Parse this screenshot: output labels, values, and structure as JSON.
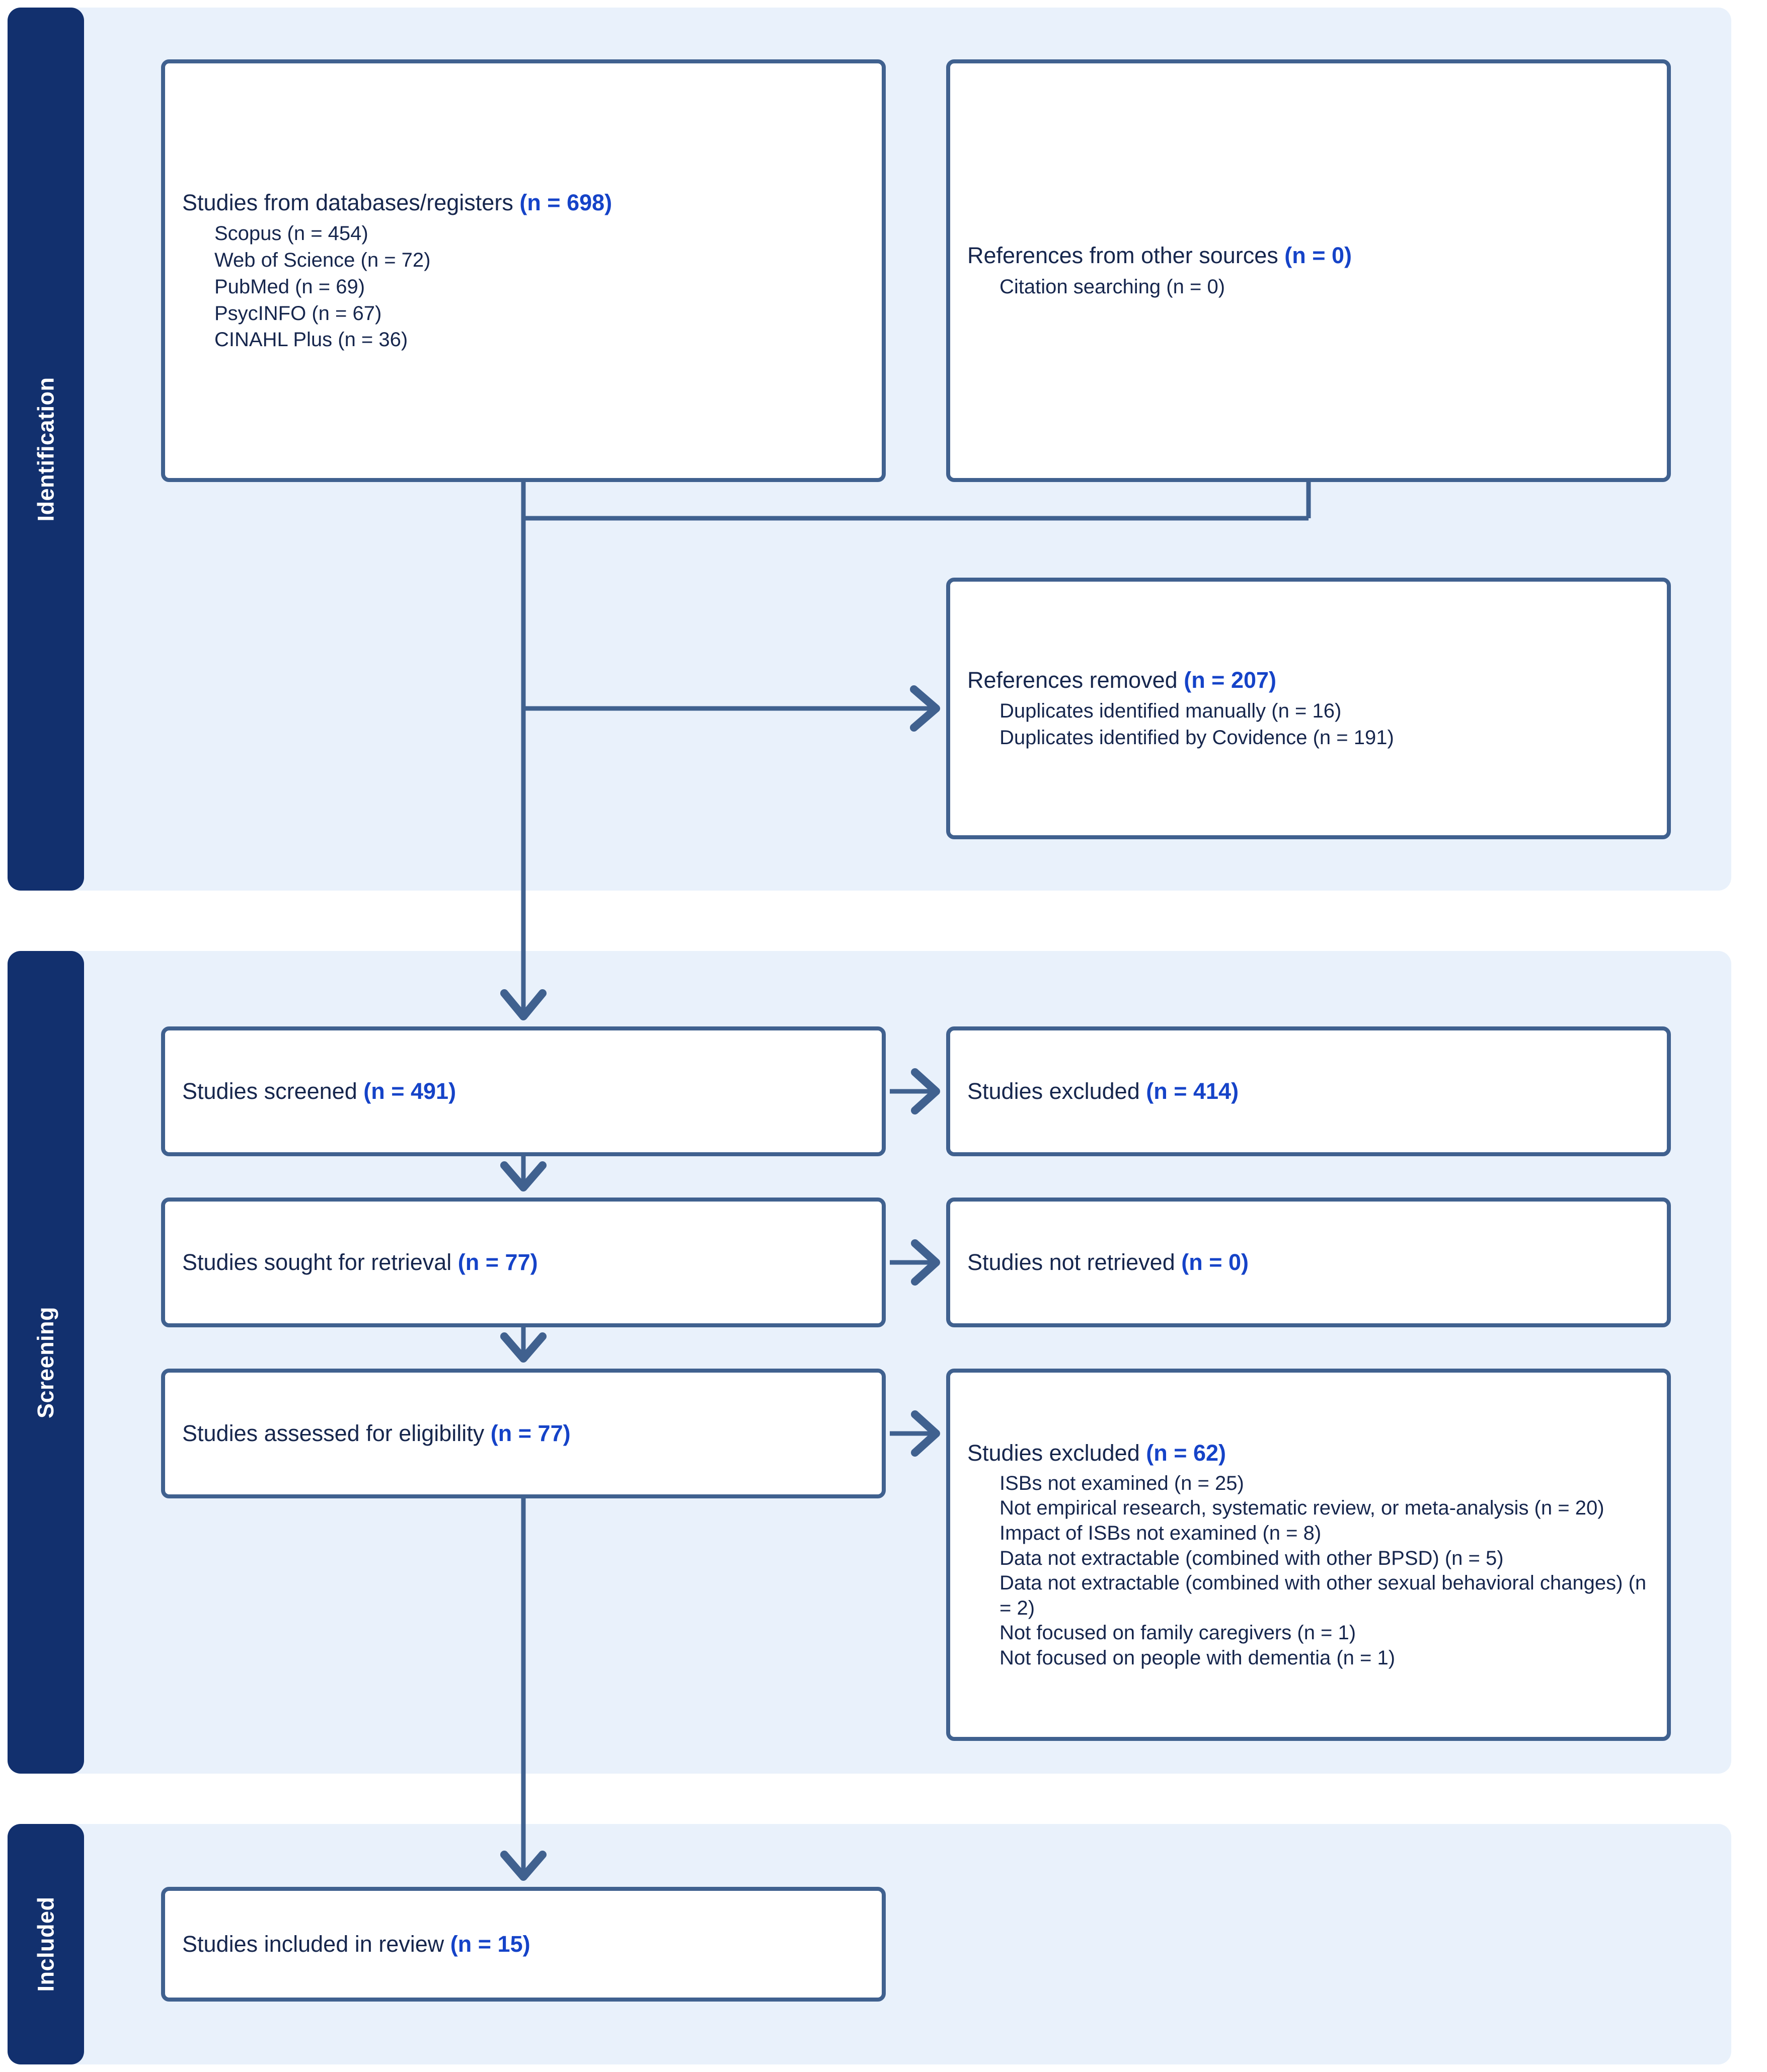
{
  "diagram": {
    "type": "prisma-flow-diagram",
    "accent_box_border": "#40618f",
    "accent_count_color": "#1543c8",
    "band_background": "#e9f1fb",
    "tab_background": "#12306e",
    "text_color": "#16264d"
  },
  "sections": {
    "identification": "Identification",
    "screening": "Screening",
    "included": "Included"
  },
  "boxes": {
    "databases": {
      "head_text": "Studies from databases/registers ",
      "head_count": "(n = 698)",
      "items": [
        "Scopus (n = 454)",
        "Web of Science (n = 72)",
        "PubMed (n = 69)",
        "PsycINFO (n = 67)",
        "CINAHL Plus (n = 36)"
      ]
    },
    "other_sources": {
      "head_text": "References from other sources ",
      "head_count": "(n = 0)",
      "items": [
        "Citation searching (n = 0)"
      ]
    },
    "references_removed": {
      "head_text": "References removed ",
      "head_count": "(n = 207)",
      "items": [
        "Duplicates identified manually (n = 16)",
        "Duplicates identified by Covidence (n = 191)"
      ]
    },
    "studies_screened": {
      "head_text": "Studies screened ",
      "head_count": "(n = 491)"
    },
    "studies_excluded_screening": {
      "head_text": "Studies excluded ",
      "head_count": "(n = 414)"
    },
    "studies_sought": {
      "head_text": "Studies sought for retrieval ",
      "head_count": "(n = 77)"
    },
    "studies_not_retrieved": {
      "head_text": "Studies not retrieved ",
      "head_count": "(n = 0)"
    },
    "studies_assessed": {
      "head_text": "Studies assessed for eligibility ",
      "head_count": "(n = 77)"
    },
    "studies_excluded_eligibility": {
      "head_text": "Studies excluded ",
      "head_count": "(n = 62)",
      "items": [
        "ISBs not examined (n = 25)",
        "Not empirical research, systematic review, or meta-analysis (n = 20)",
        "Impact of ISBs not examined (n = 8)",
        "Data not extractable (combined with other BPSD) (n = 5)",
        "Data not extractable (combined with other sexual behavioral changes) (n = 2)",
        "Not focused on family caregivers (n = 1)",
        "Not focused on people with dementia (n = 1)"
      ]
    },
    "studies_included": {
      "head_text": "Studies included in review ",
      "head_count": "(n = 15)"
    }
  }
}
